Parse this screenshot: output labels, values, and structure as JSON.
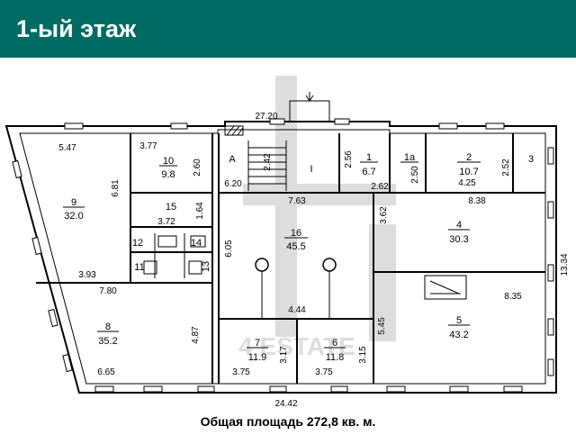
{
  "header": {
    "title": "1-ый этаж"
  },
  "footer": {
    "total_area": "Общая площадь 272,8 кв. м."
  },
  "watermark": "4 ESTATE",
  "colors": {
    "header_bg": "#006b63",
    "header_text": "#ffffff"
  },
  "rooms": {
    "r1": {
      "num": "1",
      "area": "6.7"
    },
    "r1a": {
      "num": "1а"
    },
    "r2": {
      "num": "2",
      "area": "10.7"
    },
    "r3": {
      "num": "3"
    },
    "r4": {
      "num": "4",
      "area": "30.3"
    },
    "r5": {
      "num": "5",
      "area": "43.2"
    },
    "r6": {
      "num": "6",
      "area": "11.8"
    },
    "r7": {
      "num": "7",
      "area": "11.9"
    },
    "r8": {
      "num": "8",
      "area": "35.2"
    },
    "r9": {
      "num": "9",
      "area": "32.0"
    },
    "r10": {
      "num": "10",
      "area": "9.8"
    },
    "r11": {
      "num": "11"
    },
    "r12": {
      "num": "12"
    },
    "r13": {
      "num": "13"
    },
    "r14": {
      "num": "14"
    },
    "r15": {
      "num": "15"
    },
    "r16": {
      "num": "16",
      "area": "45.5"
    },
    "stair_a": {
      "label": "A"
    },
    "stair_i": {
      "label": "I"
    }
  },
  "dims": {
    "d27_20": "27.20",
    "d5_47": "5.47",
    "d3_77": "3.77",
    "d2_60a": "2.60",
    "d6_81": "6.81",
    "d3_72": "3.72",
    "d1_64": "1.64",
    "d3_93": "3.93",
    "d7_80": "7.80",
    "d4_87": "4.87",
    "d6_65": "6.65",
    "d6_05": "6.05",
    "d2_42": "2.42",
    "d6_20": "6.20",
    "d7_63": "7.63",
    "d2_56": "2.56",
    "d2_62": "2.62",
    "d2_50": "2.50",
    "d4_25": "4.25",
    "d2_52": "2.52",
    "d8_38": "8.38",
    "d3_62": "3.62",
    "d13_34": "13.34",
    "d4_44": "4.44",
    "d5_45": "5.45",
    "d8_35": "8.35",
    "d3_17": "3.17",
    "d3_15": "3.15",
    "d3_75a": "3.75",
    "d3_75b": "3.75",
    "d24_42": "24.42"
  }
}
